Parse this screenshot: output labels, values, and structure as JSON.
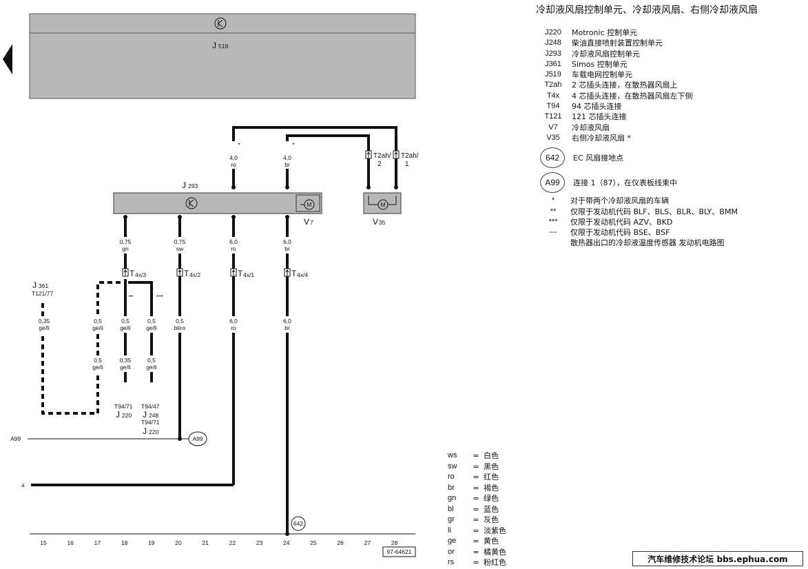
{
  "title": "冷却液风扇控制单元、冷却液风扇、右侧冷却液风扇",
  "legend": [
    {
      "code": "J220",
      "desc": "Motronic 控制单元"
    },
    {
      "code": "J248",
      "desc": "柴油直接喷射装置控制单元"
    },
    {
      "code": "J293",
      "desc": "冷却液风扇控制单元"
    },
    {
      "code": "J361",
      "desc": "Simos 控制单元"
    },
    {
      "code": "J519",
      "desc": "车载电网控制单元"
    },
    {
      "code": "T2ah",
      "desc": "2 芯插头连接，在散热器风扇上"
    },
    {
      "code": "T4x",
      "desc": "4 芯插头连接，在散热器风扇左下侧"
    },
    {
      "code": "T94",
      "desc": "94 芯插头连接"
    },
    {
      "code": "T121",
      "desc": "121 芯插头连接"
    },
    {
      "code": "V7",
      "desc": "冷却液风扇"
    },
    {
      "code": "V35",
      "desc": "右侧冷却液风扇 *"
    }
  ],
  "ground_points": [
    {
      "code": "642",
      "desc": "EC 风扇接地点"
    },
    {
      "code": "A99",
      "desc": "连接 1（87），在仪表板线束中"
    }
  ],
  "notes": [
    {
      "sym": "*",
      "desc": "对于带两个冷却液风扇的车辆"
    },
    {
      "sym": "**",
      "desc": "仅限于发动机代码 BLF、BLS、BLR、BLY、BMM"
    },
    {
      "sym": "***",
      "desc": "仅限于发动机代码 AZV、BKD"
    },
    {
      "sym": "---",
      "desc": "仅限于发动机代码 BSE、BSF"
    },
    {
      "sym": "",
      "desc": "散热器出口的冷却液温度传感器 发动机电路图"
    }
  ],
  "colors": [
    {
      "code": "ws",
      "name": "白色"
    },
    {
      "code": "sw",
      "name": "黑色"
    },
    {
      "code": "ro",
      "name": "红色"
    },
    {
      "code": "br",
      "name": "褐色"
    },
    {
      "code": "gn",
      "name": "绿色"
    },
    {
      "code": "bl",
      "name": "蓝色"
    },
    {
      "code": "gr",
      "name": "灰色"
    },
    {
      "code": "li",
      "name": "淡紫色"
    },
    {
      "code": "ge",
      "name": "黄色"
    },
    {
      "code": "or",
      "name": "橘黄色"
    },
    {
      "code": "rs",
      "name": "粉红色"
    }
  ],
  "diagram": {
    "j519_label": "J",
    "j519_sub": "519",
    "j293_label": "J",
    "j293_sub": "293",
    "v7_label": "V",
    "v7_sub": "7",
    "v35_label": "V",
    "v35_sub": "35",
    "motor_m": "M",
    "j361_label": "J",
    "j361_sub": "361",
    "j361_pin": "T121/77",
    "j220_label": "J",
    "j220_sub": "220",
    "j248_label": "J",
    "j248_sub": "248",
    "pin_t94_71": "T94/71",
    "pin_t94_47": "T94/47",
    "conn_t2ah2_a": "T2ah/",
    "conn_t2ah2_b": "2",
    "conn_t2ah1_a": "T2ah/",
    "conn_t2ah1_b": "1",
    "conn_t4x": "T",
    "conn_t4x_sub1": "4x/3",
    "conn_t4x_sub2": "4x/2",
    "conn_t4x_sub3": "4x/1",
    "conn_t4x_sub4": "4x/4",
    "ref_a99": "A99",
    "ref_a": "a",
    "ref_642": "642",
    "star1": "*",
    "star2": "**",
    "star3": "***",
    "doc_id": "97-64621",
    "w_40": "4,0",
    "w_075": "0,75",
    "w_60": "6,0",
    "w_05": "0,5",
    "w_035": "0,35",
    "c_ro": "ro",
    "c_br": "br",
    "c_gn": "gn",
    "c_sw": "sw",
    "c_geli": "ge/li",
    "c_blro": "bl/ro",
    "tracks": [
      "15",
      "16",
      "17",
      "18",
      "19",
      "20",
      "21",
      "22",
      "23",
      "24",
      "25",
      "26",
      "27",
      "28"
    ]
  },
  "watermark": "汽车维修技术论坛 bbs.ephua.com"
}
